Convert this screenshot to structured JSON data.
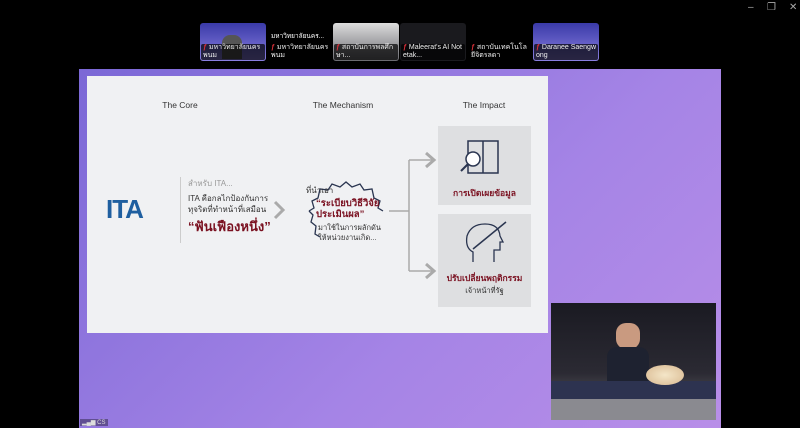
{
  "window": {
    "minimize": "–",
    "restore": "❐",
    "close": "✕"
  },
  "participants": [
    {
      "name": "มหาวิทยาลัยนครพนม",
      "type": "video"
    },
    {
      "name": "มหาวิทยาลัยนครพนม",
      "type": "text",
      "display": "มหาวิทยาลัยนคร..."
    },
    {
      "name": "สถาบันการพลศึกษา...",
      "type": "video"
    },
    {
      "name": "Maleerat's AI Notetak...",
      "type": "screen"
    },
    {
      "name": "สถาบันเทคโนโลยีจิตรลดา",
      "type": "none"
    },
    {
      "name": "Daranee Saengwong",
      "type": "video"
    }
  ],
  "slide": {
    "headers": [
      "The Core",
      "The Mechanism",
      "The Impact"
    ],
    "logo": "ITA",
    "core": {
      "intro": "สำหรับ ITA...",
      "line1": "ITA คือกลไกป้องกันการ",
      "line2": "ทุจริตที่ทำหน้าที่เสมือน",
      "highlight": "“ฟันเฟืองหนึ่ง”"
    },
    "mechanism": {
      "line1": "ที่นำเอา",
      "hl1": "“ระเบียบวิธีวิจัย",
      "hl2": "ประเมินผล”",
      "line2": "มาใช้ในการผลักดัน",
      "line3": "ให้หน่วยงานเกิด..."
    },
    "impact": [
      {
        "title": "การเปิดเผยข้อมูล"
      },
      {
        "title": "ปรับเปลี่ยนพฤติกรรม",
        "sub": "เจ้าหน้าที่รัฐ"
      }
    ]
  },
  "status": {
    "network": "CS"
  },
  "colors": {
    "accent": "#7a1020",
    "ita_blue": "#1f5fa0"
  }
}
